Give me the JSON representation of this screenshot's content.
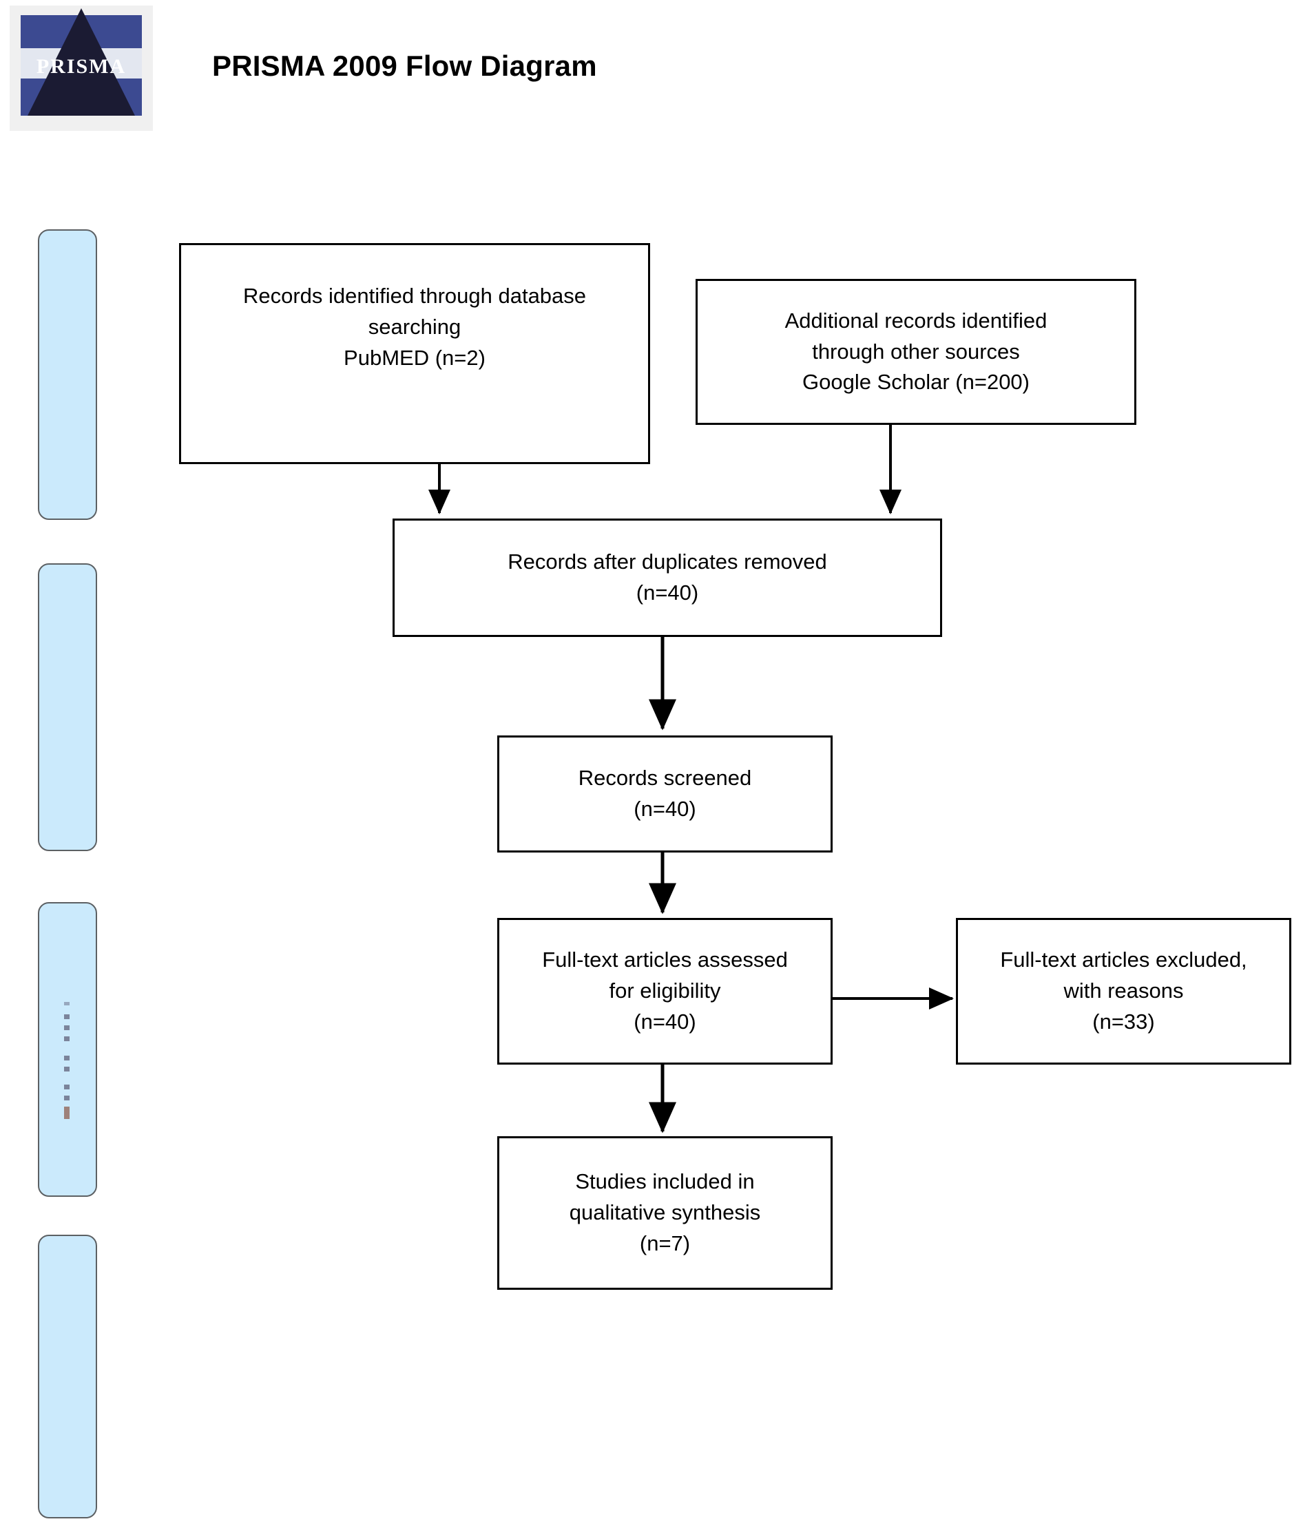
{
  "header": {
    "title": "PRISMA 2009 Flow Diagram",
    "logo": {
      "name": "prisma-logo",
      "alt_text": "PRISMA",
      "square_color": "#3c4a91",
      "pyramid_color": "#1b1b33",
      "backdrop_color": "#f0f0f0"
    }
  },
  "colors": {
    "stage_bar_fill": "#cbeafc",
    "stage_bar_border": "#5c6063",
    "box_border": "#000000",
    "box_fill": "#ffffff",
    "text": "#000000",
    "connector": "#000000"
  },
  "stage_bars": [
    {
      "id": "identification",
      "label": ""
    },
    {
      "id": "screening",
      "label": ""
    },
    {
      "id": "eligibility",
      "label": ""
    },
    {
      "id": "included",
      "label": ""
    }
  ],
  "chart_data": {
    "type": "diagram",
    "title": "PRISMA 2009 Flow Diagram",
    "nodes": [
      {
        "id": "db-search",
        "stage": "identification",
        "text": "Records identified through database\nsearching\nPubMED (n=2)",
        "count": 2,
        "source": "PubMED"
      },
      {
        "id": "other-sources",
        "stage": "identification",
        "text": "Additional records identified\nthrough other sources\nGoogle Scholar (n=200)",
        "count": 200,
        "source": "Google Scholar"
      },
      {
        "id": "duplicates-removed",
        "stage": "screening",
        "text": "Records after duplicates removed\n(n=40)",
        "count": 40
      },
      {
        "id": "records-screened",
        "stage": "screening",
        "text": "Records screened\n(n=40)",
        "count": 40
      },
      {
        "id": "fulltext-assessed",
        "stage": "eligibility",
        "text": "Full-text articles assessed\nfor eligibility\n(n=40)",
        "count": 40
      },
      {
        "id": "fulltext-excluded",
        "stage": "eligibility",
        "text": "Full-text articles excluded,\nwith reasons\n(n=33)",
        "count": 33
      },
      {
        "id": "qualitative-synthesis",
        "stage": "included",
        "text": "Studies included in\nqualitative synthesis\n(n=7)",
        "count": 7
      }
    ],
    "edges": [
      {
        "from": "db-search",
        "to": "duplicates-removed",
        "direction": "down"
      },
      {
        "from": "other-sources",
        "to": "duplicates-removed",
        "direction": "down"
      },
      {
        "from": "duplicates-removed",
        "to": "records-screened",
        "direction": "down"
      },
      {
        "from": "records-screened",
        "to": "fulltext-assessed",
        "direction": "down"
      },
      {
        "from": "fulltext-assessed",
        "to": "fulltext-excluded",
        "direction": "right"
      },
      {
        "from": "fulltext-assessed",
        "to": "qualitative-synthesis",
        "direction": "down"
      }
    ]
  }
}
